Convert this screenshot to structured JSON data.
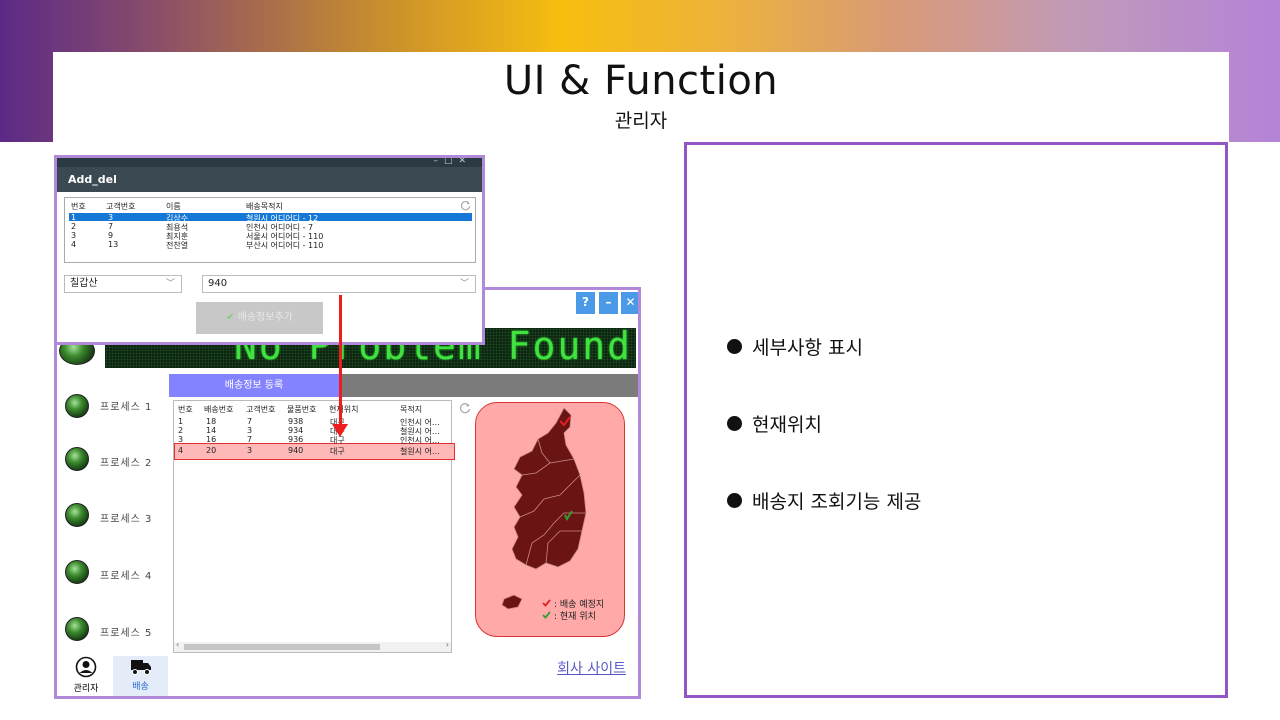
{
  "slide": {
    "title": "UI & Function",
    "subtitle": "관리자"
  },
  "features": [
    "세부사항 표시",
    "현재위치",
    "배송지 조회기능 제공"
  ],
  "main_window": {
    "controls": [
      "?",
      "–",
      "✕"
    ],
    "led_message": "No Problem Found",
    "processes": [
      "프로세스 1",
      "프로세스 2",
      "프로세스 3",
      "프로세스 4",
      "프로세스 5"
    ],
    "section_tab": "배송정보 등록",
    "list_columns": [
      "번호",
      "배송번호",
      "고객번호",
      "물품번호",
      "현재위치",
      "목적지"
    ],
    "list_rows": [
      [
        "1",
        "18",
        "7",
        "938",
        "대구",
        "인천시 어..."
      ],
      [
        "2",
        "14",
        "3",
        "934",
        "대구",
        "철원시 어..."
      ],
      [
        "3",
        "16",
        "7",
        "936",
        "대구",
        "인천시 어..."
      ],
      [
        "4",
        "20",
        "3",
        "940",
        "대구",
        "철원시 어..."
      ]
    ],
    "selected_row_index": 3,
    "map_legend": {
      "planned": "배송 예정지",
      "current": "현재 위치",
      "planned_color": "#e02020",
      "current_color": "#2fa02f"
    },
    "company_link": "회사 사이트",
    "nav": {
      "admin_label": "관리자",
      "delivery_label": "배송"
    }
  },
  "dialog": {
    "title": "Add_del",
    "window_controls": [
      "–",
      "□",
      "✕"
    ],
    "columns": [
      "번호",
      "고객번호",
      "이름",
      "배송목적지"
    ],
    "rows": [
      [
        "1",
        "3",
        "김상수",
        "철원시 어디어디 - 12"
      ],
      [
        "2",
        "7",
        "최용석",
        "인천시 어디어디 - 7"
      ],
      [
        "3",
        "9",
        "최지훈",
        "서울시 어디어디 - 110"
      ],
      [
        "4",
        "13",
        "전찬열",
        "부산시 어디어디 - 110"
      ]
    ],
    "selected_row_index": 0,
    "combo_name": "칠갑산",
    "combo_item": "940",
    "submit_button": "배송정보추가"
  },
  "colors": {
    "accent": "#9157c4",
    "tab": "#8383ff",
    "highlight": "#ffb8b8",
    "map_bg": "#ffa9a9",
    "map_land": "#6b1414",
    "link": "#5757c9"
  }
}
